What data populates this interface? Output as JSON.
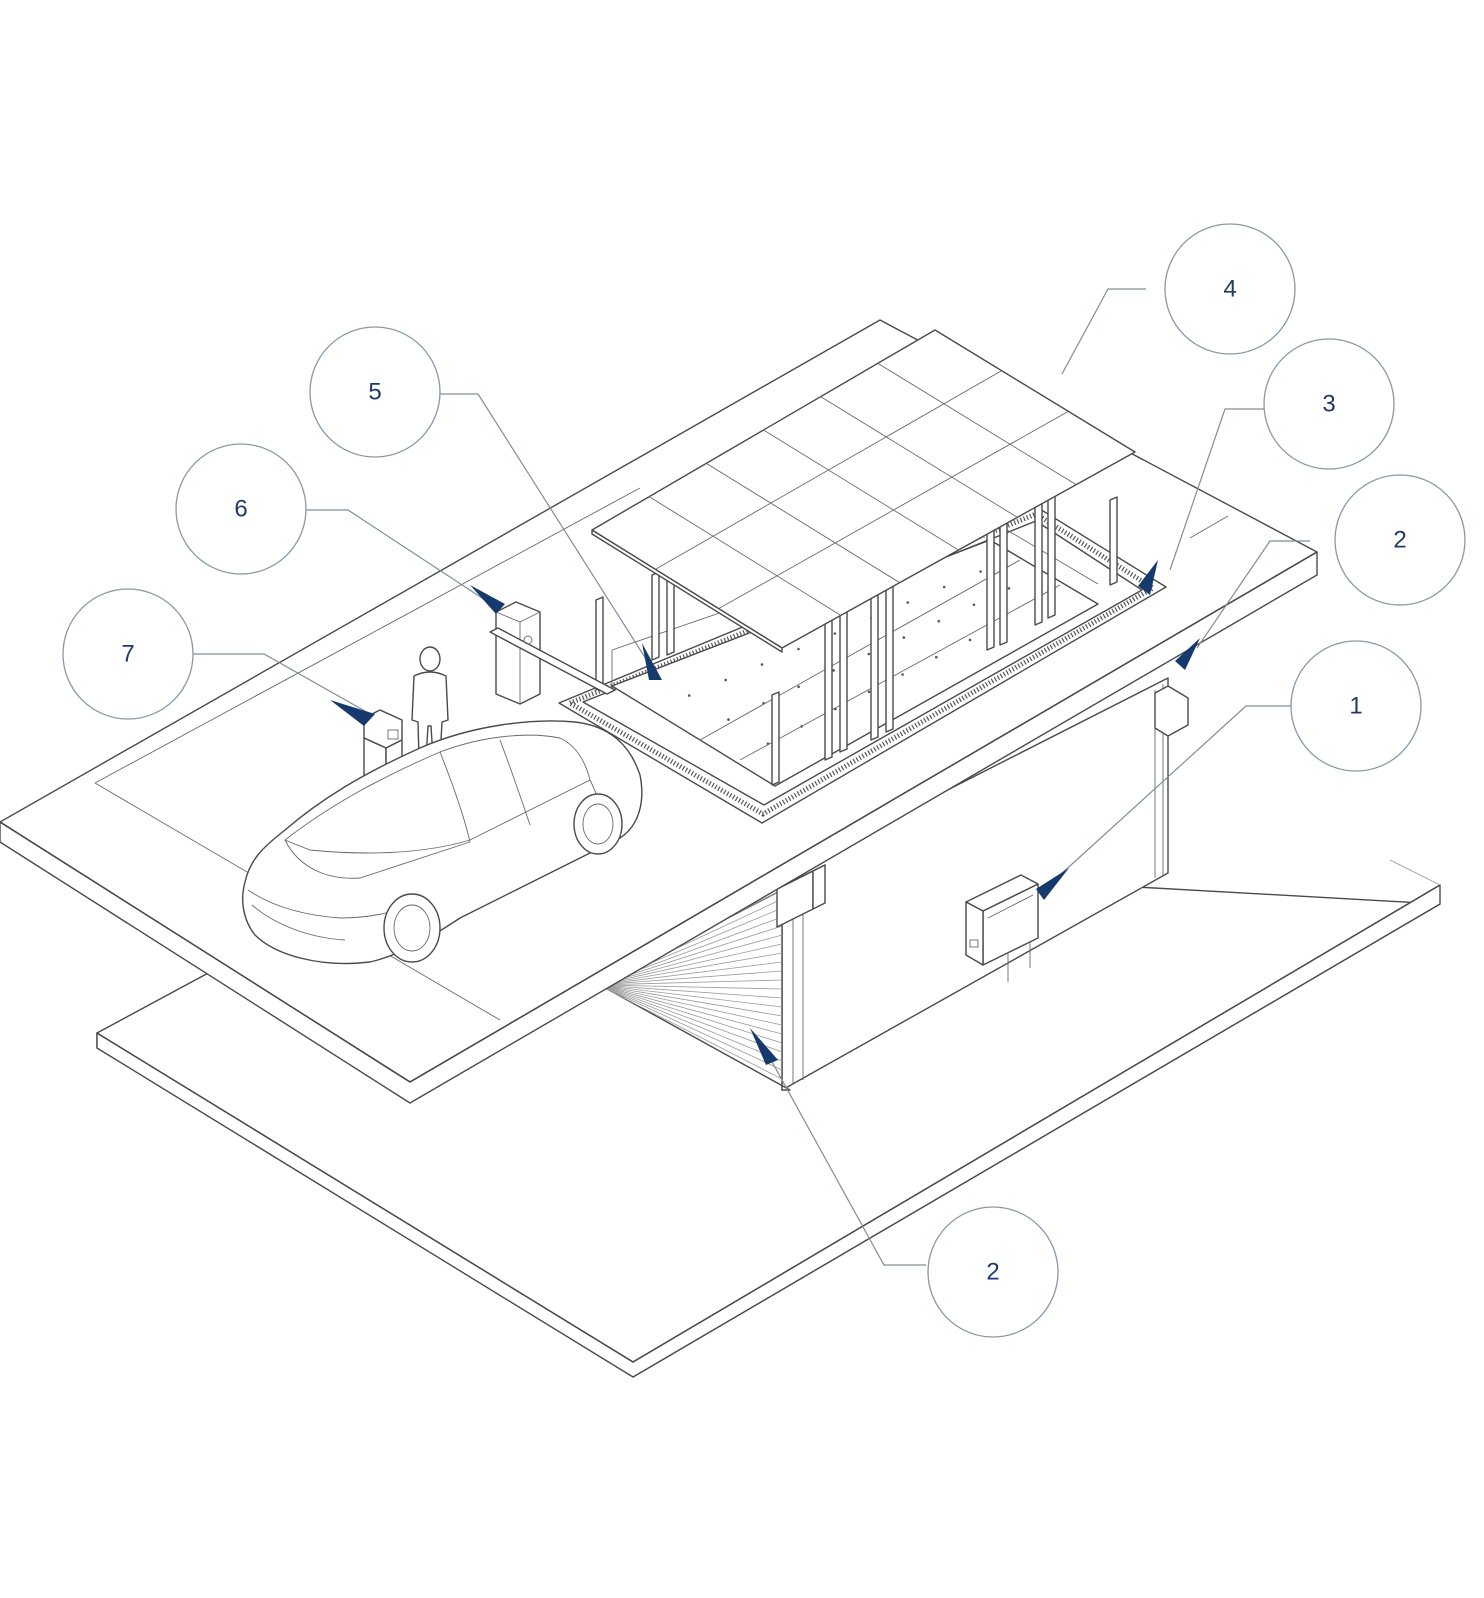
{
  "colors": {
    "callout_text": "#1f3a6b",
    "arrowhead": "#173a6e",
    "leader": "#7f8e99",
    "linework": "#4a4a4a"
  },
  "callouts": [
    {
      "id": "c7",
      "label": "7"
    },
    {
      "id": "c6",
      "label": "6"
    },
    {
      "id": "c5",
      "label": "5"
    },
    {
      "id": "c4",
      "label": "4"
    },
    {
      "id": "c3",
      "label": "3"
    },
    {
      "id": "c2-top",
      "label": "2"
    },
    {
      "id": "c1",
      "label": "1"
    },
    {
      "id": "c2-bottom",
      "label": "2"
    }
  ],
  "illustration": {
    "objects": [
      "upper-slab",
      "ground-slab",
      "garage-wall",
      "roller-shutter",
      "control-cabinet",
      "wall-control-box",
      "parking-platform",
      "solar-canopy",
      "barrier-gate",
      "payment-terminal",
      "person",
      "car"
    ]
  }
}
